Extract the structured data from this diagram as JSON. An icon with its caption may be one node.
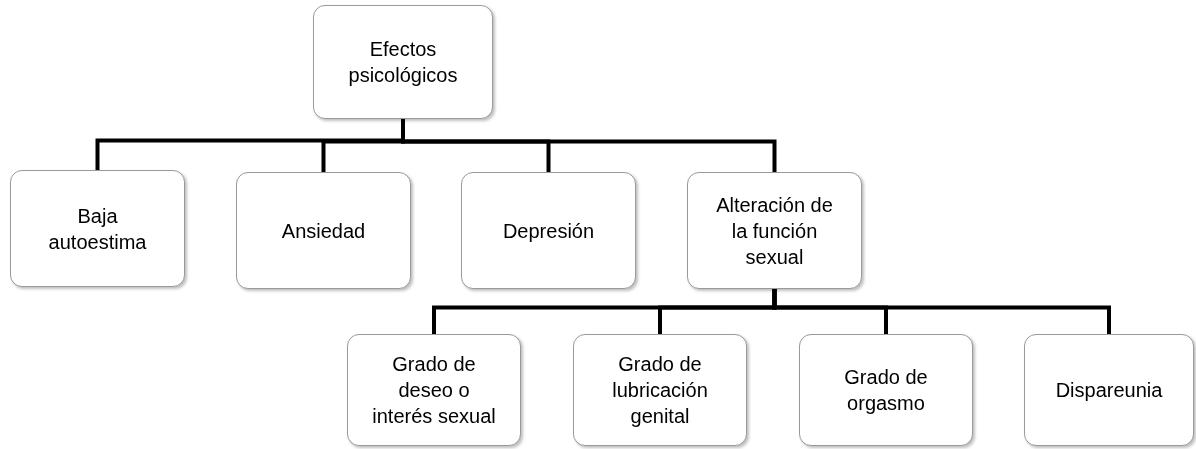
{
  "diagram": {
    "nodes": [
      {
        "text": [
          "Efectos psicológicos"
        ]
      },
      {
        "text": [
          "Baja autoestima"
        ]
      },
      {
        "text": [
          "Ansiedad"
        ]
      },
      {
        "text": [
          "Depresión"
        ]
      },
      {
        "text": [
          "Alteración de la función sexual"
        ]
      },
      {
        "text": [
          "Grado de deseo o interés sexual"
        ]
      },
      {
        "text": [
          "Grado de lubricación genital"
        ]
      },
      {
        "text": [
          "Grado de orgasmo"
        ]
      },
      {
        "text": [
          "Dispareunia"
        ]
      }
    ],
    "edges": [
      {
        "from": 0,
        "to": 1,
        "arrow": "none"
      },
      {
        "from": 0,
        "to": 2,
        "arrow": "none"
      },
      {
        "from": 0,
        "to": 3,
        "arrow": "none"
      },
      {
        "from": 0,
        "to": 4,
        "arrow": "none"
      },
      {
        "from": 4,
        "to": 5,
        "arrow": "none"
      },
      {
        "from": 4,
        "to": 6,
        "arrow": "none"
      },
      {
        "from": 4,
        "to": 7,
        "arrow": "none"
      },
      {
        "from": 4,
        "to": 8,
        "arrow": "none"
      }
    ]
  }
}
